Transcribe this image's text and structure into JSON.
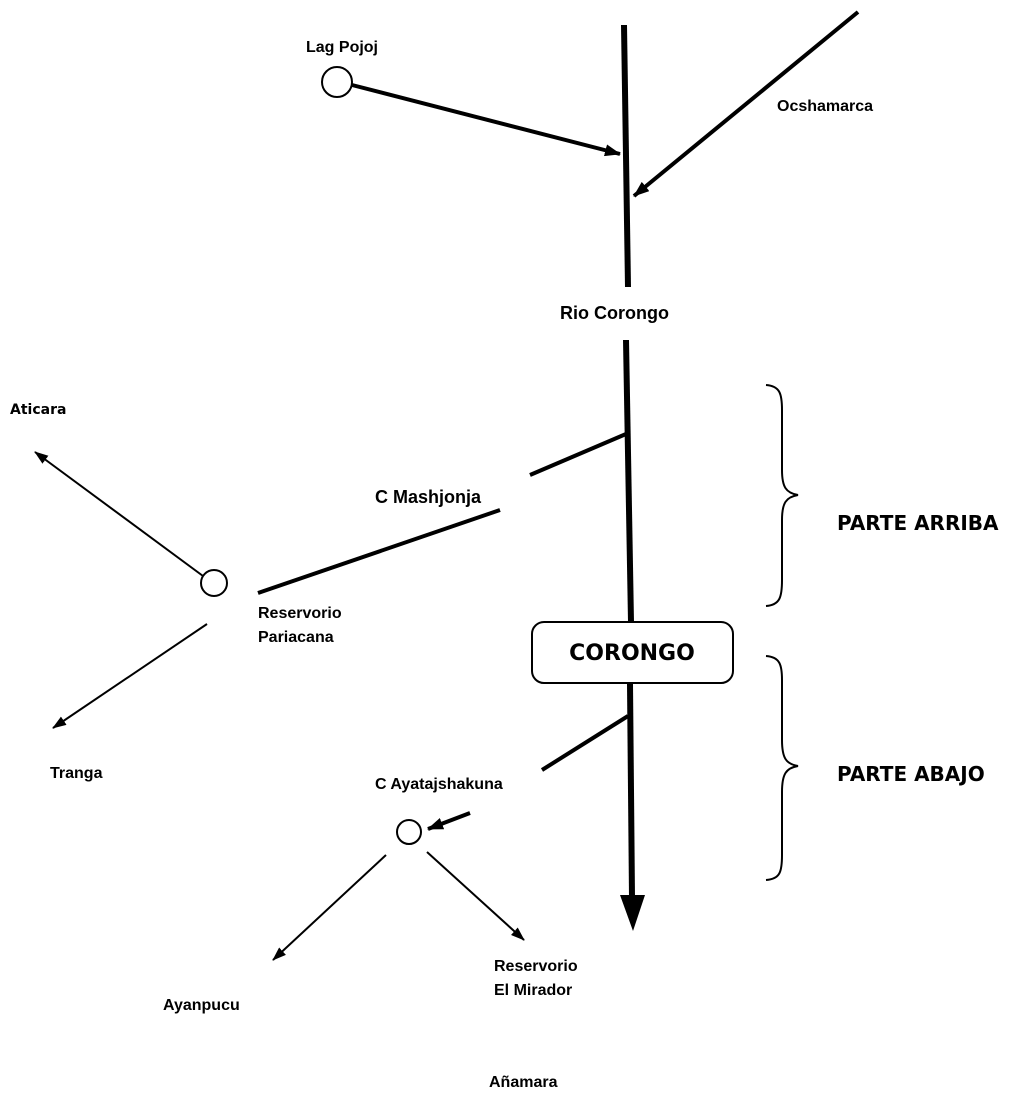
{
  "labels": {
    "lag_pojoj": "Lag Pojoj",
    "ocshamarca": "Ocshamarca",
    "rio_corongo": "Rio Corongo",
    "aticara": "Aticara",
    "c_mashjonja": "C Mashjonja",
    "reservorio_pariacana_line1": "Reservorio",
    "reservorio_pariacana_line2": "Pariacana",
    "corongo": "CORONGO",
    "tranga": "Tranga",
    "c_ayatajshakuna": "C Ayatajshakuna",
    "ayanpucu": "Ayanpucu",
    "reservorio_el_mirador_line1": "Reservorio",
    "reservorio_el_mirador_line2": "El Mirador",
    "anamara": "Añamara",
    "parte_arriba": "PARTE ARRIBA",
    "parte_abajo": "PARTE ABAJO"
  }
}
